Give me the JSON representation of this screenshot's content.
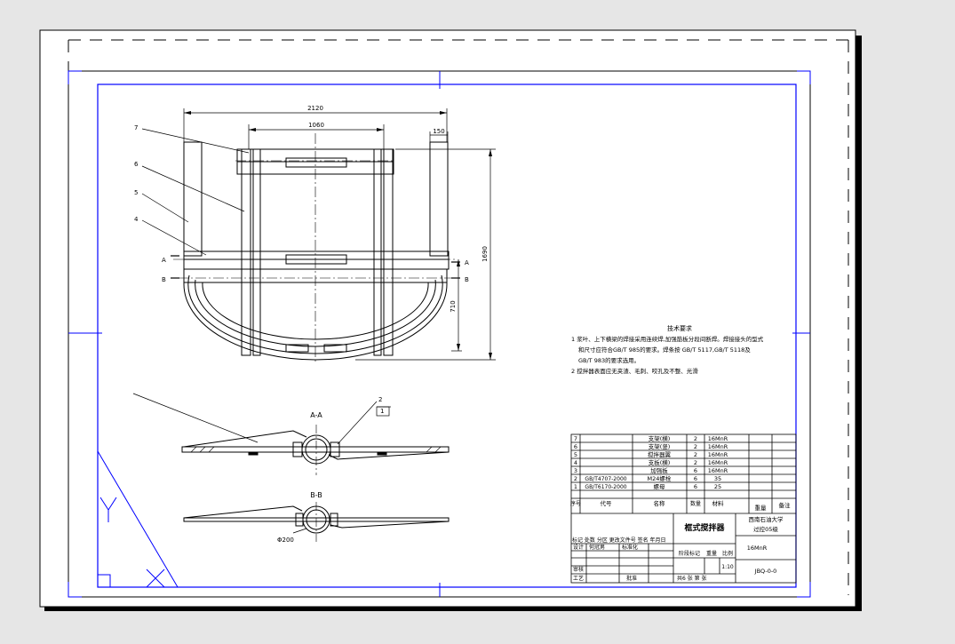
{
  "drawing": {
    "overall_width": "2120",
    "inner_width": "1060",
    "rib_width": "150",
    "total_height": "1690",
    "lower_height": "710",
    "pipe_dia": "Φ200",
    "section_a": "A",
    "section_b": "B",
    "section_aa_title": "A-A",
    "section_bb_title": "B-B",
    "balloons": [
      "7",
      "6",
      "5",
      "4",
      "2",
      "1"
    ]
  },
  "notes": {
    "title": "技术要求",
    "lines": [
      "1 浆叶、上下横梁的焊接采用连续焊,加强筋板分段间断焊。焊接接头的型式",
      "和尺寸应符合GB/T 985的要求。焊条按 GB/T 5117,GB/T 5118及",
      "GB/T 983的要求选用。",
      "2 搅拌器表面应无夹渣、毛刺、咬孔及不整、光滑"
    ]
  },
  "parts_list": {
    "rows": [
      {
        "no": "7",
        "code": "",
        "name": "支架(横)",
        "qty": "2",
        "material": "16MnR"
      },
      {
        "no": "6",
        "code": "",
        "name": "支架(竖)",
        "qty": "2",
        "material": "16MnR"
      },
      {
        "no": "5",
        "code": "",
        "name": "搅拌器翼",
        "qty": "2",
        "material": "16MnR"
      },
      {
        "no": "4",
        "code": "",
        "name": "支板(横)",
        "qty": "2",
        "material": "16MnR"
      },
      {
        "no": "3",
        "code": "",
        "name": "加强板",
        "qty": "6",
        "material": "16MnR"
      },
      {
        "no": "2",
        "code": "GB/T4707-2000",
        "name": "M24螺栓",
        "qty": "6",
        "material": "35"
      },
      {
        "no": "1",
        "code": "GB/T6170-2000",
        "name": "螺母",
        "qty": "6",
        "material": "25"
      }
    ],
    "extra_headers": {
      "weight": "重量",
      "remark": "备注"
    },
    "headers": {
      "no": "序号",
      "code": "代号",
      "name": "名称",
      "qty": "数量",
      "material": "材料"
    }
  },
  "title_block": {
    "drawing_title": "框式搅拌器",
    "school": "西南石油大学",
    "class_name": "过控05级",
    "material": "16MnR",
    "drawing_no": "JBQ-0-0",
    "scale": "1:10",
    "rev_labels": "标记 处数 分区 更改文件号 签名 年月日",
    "design": "设计",
    "designer": "何冠男",
    "standardize": "标准化",
    "stage_label": "阶段标记",
    "weight_label": "重量",
    "scale_label": "比例",
    "review": "审核",
    "process": "工艺",
    "approve": "批准",
    "sheets": "共6 张 第 张"
  },
  "colors": {
    "frame": "#0000ff",
    "line": "#000000",
    "paper": "#ffffff",
    "background": "#e6e6e6"
  }
}
